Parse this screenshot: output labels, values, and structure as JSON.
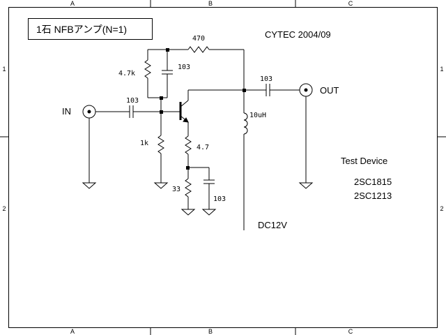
{
  "frame": {
    "col_labels": [
      "A",
      "B",
      "C"
    ],
    "row_labels": [
      "1",
      "2"
    ]
  },
  "header": {
    "title": "1石 NFBアンプ(N=1)",
    "credit": "CYTEC 2004/09"
  },
  "components": {
    "r_feedback": "470",
    "r_bias_top": "4.7k",
    "c_feedback": "103",
    "c_input": "103",
    "r_bias_bottom": "1k",
    "r_emitter_1": "4.7",
    "r_emitter_2": "33",
    "c_emitter": "103",
    "c_output": "103",
    "inductor": "10uH"
  },
  "ports": {
    "input": "IN",
    "output": "OUT",
    "supply": "DC12V"
  },
  "notes": {
    "heading": "Test Device",
    "devices": [
      "2SC1815",
      "2SC1213"
    ]
  }
}
